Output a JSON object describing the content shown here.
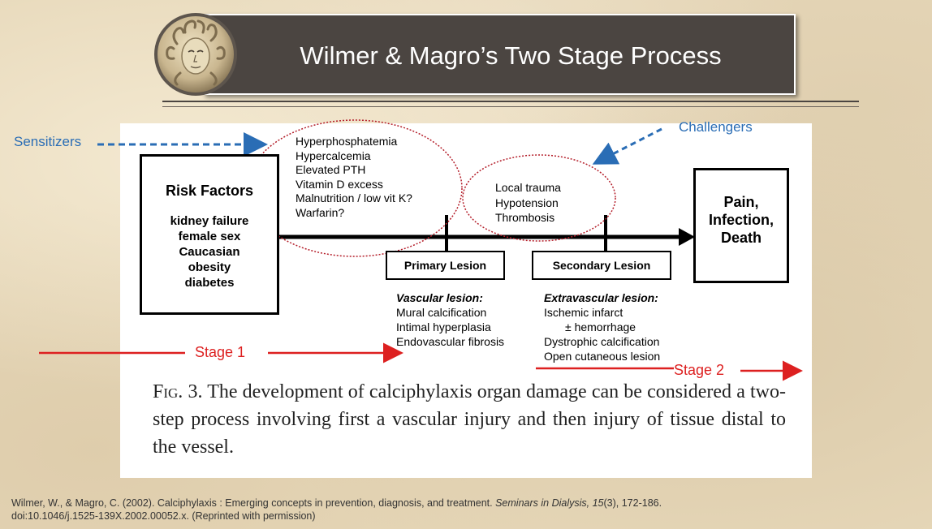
{
  "slide": {
    "title": "Wilmer & Magro’s Two Stage Process"
  },
  "diagram": {
    "sensitizers_label": "Sensitizers",
    "challengers_label": "Challengers",
    "risk_factors": {
      "title": "Risk Factors",
      "items": [
        "kidney failure",
        "female sex",
        "Caucasian",
        "obesity",
        "diabetes"
      ]
    },
    "sensitizers": [
      "Hyperphosphatemia",
      "Hypercalcemia",
      "Elevated PTH",
      "Vitamin D excess",
      "Malnutrition / low vit K?",
      "Warfarin?"
    ],
    "challengers": [
      "Local trauma",
      "Hypotension",
      "Thrombosis"
    ],
    "outcome": [
      "Pain,",
      "Infection,",
      "Death"
    ],
    "primary_lesion": {
      "title": "Primary Lesion",
      "subtitle": "Vascular lesion:",
      "items": [
        "Mural calcification",
        "Intimal hyperplasia",
        "Endovascular fibrosis"
      ]
    },
    "secondary_lesion": {
      "title": "Secondary Lesion",
      "subtitle": "Extravascular lesion:",
      "items": [
        "Ischemic infarct",
        "± hemorrhage",
        "Dystrophic calcification",
        "Open cutaneous lesion"
      ]
    },
    "stage1_label": "Stage 1",
    "stage2_label": "Stage 2",
    "colors": {
      "accent_blue": "#2a6db5",
      "stage_red": "#dd2020",
      "ellipse_red": "#b41e2a"
    }
  },
  "caption": {
    "fig_label": "Fig. 3.",
    "text": "The development of calciphylaxis organ damage can be considered a two-step process involving first a vascular injury and then injury of tissue distal to the vessel."
  },
  "citation": {
    "part1": "Wilmer, W., & Magro, C. (2002). Calciphylaxis : Emerging concepts in prevention, diagnosis, and treatment. ",
    "journal": "Seminars in Dialysis,",
    "volume": "15",
    "part2": "(3), 172-186.",
    "doi": "doi:10.1046/j.1525-139X.2002.00052.x. (Reprinted with permission)"
  }
}
